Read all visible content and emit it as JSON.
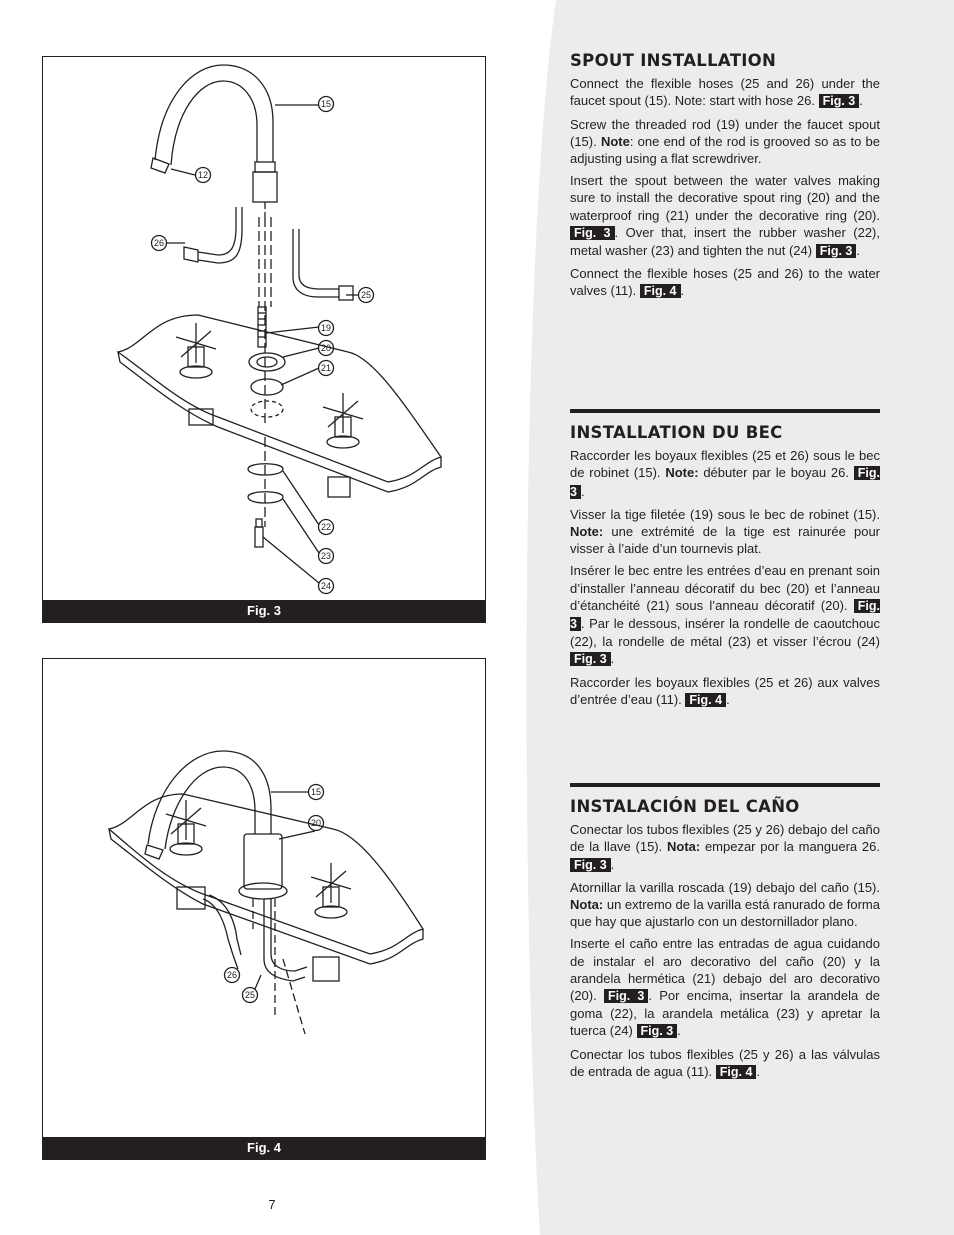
{
  "page_number": "7",
  "figures": {
    "fig3": {
      "caption": "Fig. 3",
      "callouts": {
        "c15": "15",
        "c12": "12",
        "c26": "26",
        "c25": "25",
        "c19": "19",
        "c20": "20",
        "c21": "21",
        "c22": "22",
        "c23": "23",
        "c24": "24"
      }
    },
    "fig4": {
      "caption": "Fig. 4",
      "callouts": {
        "c15": "15",
        "c20": "20",
        "c26": "26",
        "c25": "25"
      }
    }
  },
  "english": {
    "heading": "SPOUT INSTALLATION",
    "p1a": "Connect the flexible hoses (25 and 26) under the faucet spout (15). Note: start with hose 26.",
    "p1tag": "Fig. 3",
    "p1b": ".",
    "p2a": "Screw the threaded rod (19) under the faucet spout (15).",
    "p2bold": "Note",
    "p2b": ": one end of the rod is grooved so as to be adjusting using a flat screwdriver.",
    "p3a": "Insert the spout between the water valves making sure to install the decorative spout ring (20) and the waterproof ring (21) under the decorative ring (20).",
    "p3tag1": "Fig. 3",
    "p3b": ". Over that, insert the rubber washer (22), metal washer (23) and tighten the nut (24)",
    "p3tag2": "Fig. 3",
    "p3c": ".",
    "p4a": "Connect the flexible hoses (25 and 26) to the water valves (11).",
    "p4tag": "Fig. 4",
    "p4b": "."
  },
  "french": {
    "heading": "INSTALLATION DU BEC",
    "p1a": "Raccorder les boyaux flexibles (25 et 26) sous le bec de robinet (15).",
    "p1bold": "Note:",
    "p1b": "débuter par le boyau 26.",
    "p1tag": "Fig. 3",
    "p1c": ".",
    "p2a": "Visser la tige filetée (19) sous le bec de robinet (15).",
    "p2bold": "Note:",
    "p2b": "une extrémité de la tige est rainurée pour visser à l’aide d’un tournevis plat.",
    "p3a": "Insérer le bec entre les entrées d’eau en prenant soin d’installer l’anneau décoratif du bec (20) et l’anneau d’étanchéité (21) sous l’anneau décoratif (20).",
    "p3tag1": "Fig. 3",
    "p3b": ". Par le dessous, insérer la rondelle de caoutchouc (22), la rondelle de métal (23) et visser l’écrou (24)",
    "p3tag2": "Fig. 3",
    "p3c": ".",
    "p4a": "Raccorder les boyaux flexibles (25 et 26) aux valves d’entrée d’eau (11).",
    "p4tag": "Fig. 4",
    "p4b": "."
  },
  "spanish": {
    "heading": "INSTALACIÓN DEL CAÑO",
    "p1a": "Conectar los tubos flexibles (25 y 26) debajo del caño de la llave (15).",
    "p1bold": "Nota:",
    "p1b": "empezar por la manguera 26.",
    "p1tag": "Fig. 3",
    "p1c": ".",
    "p2a": "Atornillar la varilla roscada  (19) debajo del caño (15).",
    "p2bold": "Nota:",
    "p2b": "un extremo de la varilla está ranurado de forma que hay que ajustarlo con un destornillador plano.",
    "p3a": "Inserte el caño entre las entradas de agua cuidando de instalar el aro decorativo del caño (20) y  la arandela  hermética (21) debajo del aro decorativo (20).",
    "p3tag1": "Fig. 3",
    "p3b": ". Por encima, insertar la arandela de goma (22), la arandela metálica (23) y apretar la tuerca (24)",
    "p3tag2": "Fig. 3",
    "p3c": ".",
    "p4a": "Conectar los tubos flexibles (25 y 26) a las válvulas de entrada de agua (11).",
    "p4tag": "Fig. 4",
    "p4b": "."
  }
}
